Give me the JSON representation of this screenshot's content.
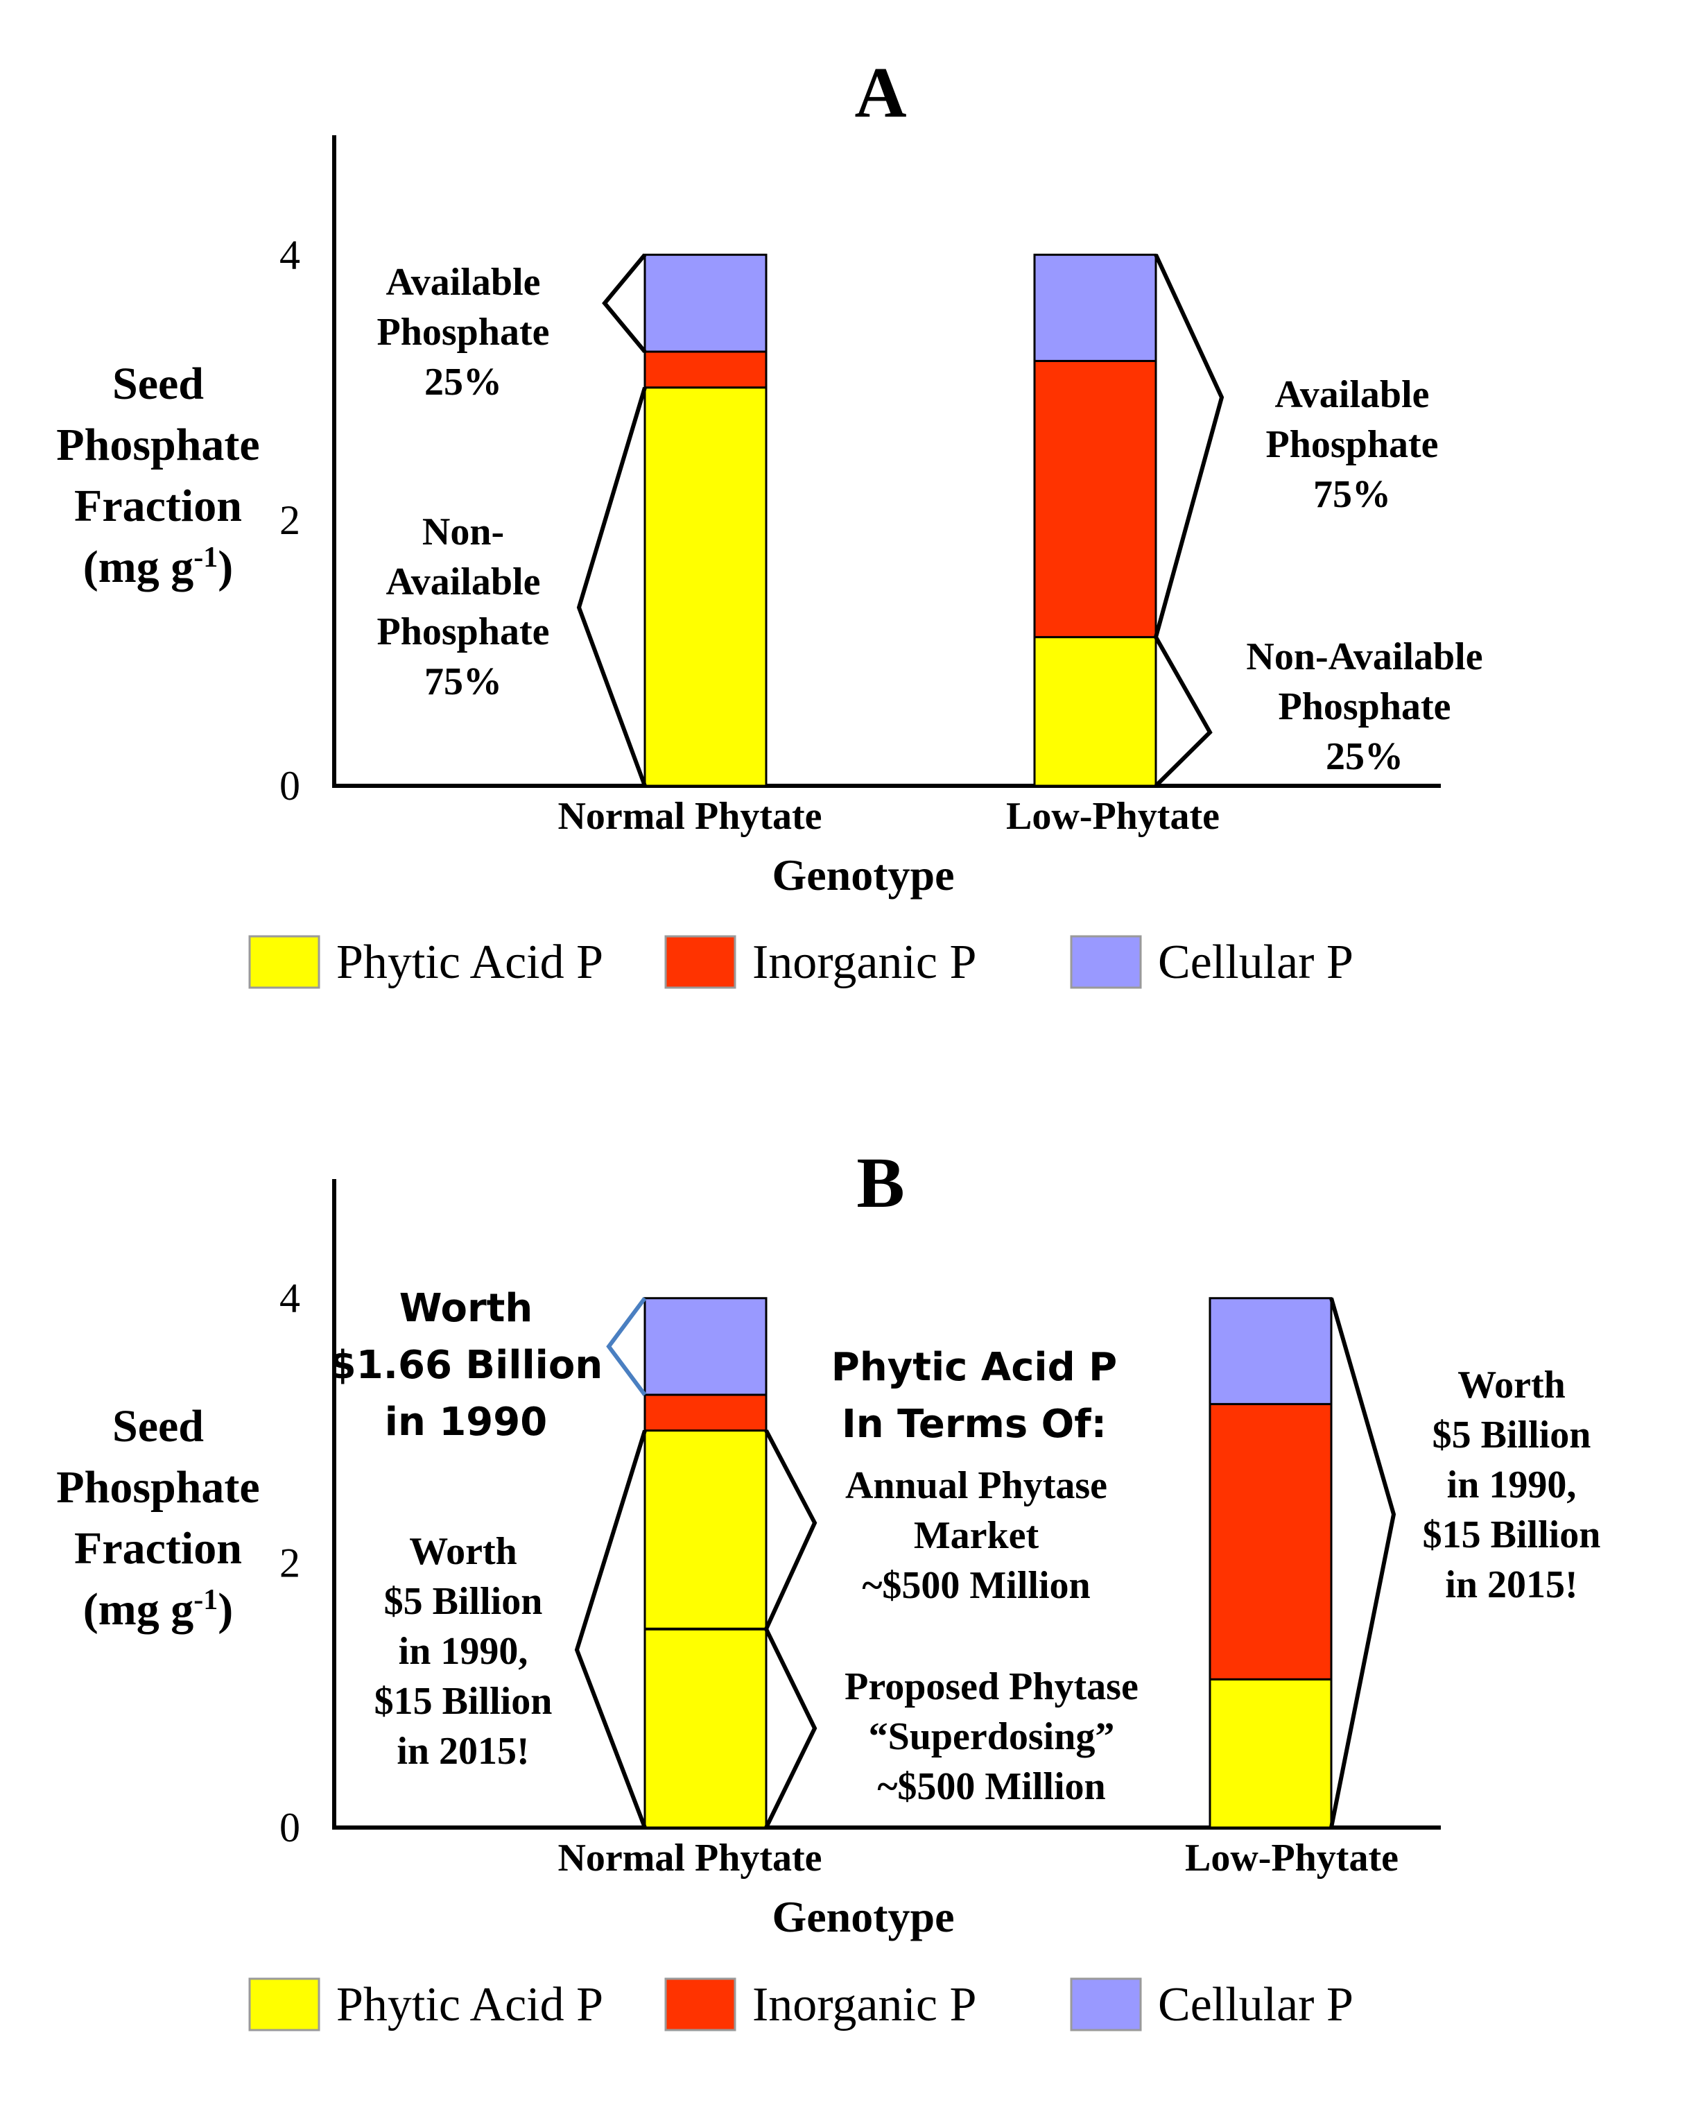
{
  "colors": {
    "phytic_acid_p": "#ffff00",
    "inorganic_p": "#ff3300",
    "cellular_p": "#9999ff",
    "blue_brace": "#4a7fc1"
  },
  "legend": [
    "Phytic Acid P",
    "Inorganic P",
    "Cellular P"
  ],
  "chart_data": [
    {
      "type": "bar",
      "stacked": true,
      "panel_label": "A",
      "ylabel_lines": [
        "Seed",
        "Phosphate",
        "Fraction",
        "(mg g-1)"
      ],
      "xlabel": "Genotype",
      "ylim": [
        0,
        4.9
      ],
      "yticks": [
        "0",
        "2",
        "4"
      ],
      "categories": [
        "Normal Phytate",
        "Low-Phytate"
      ],
      "series": [
        {
          "name": "Phytic Acid P",
          "values": [
            3.0,
            1.12
          ]
        },
        {
          "name": "Inorganic P",
          "values": [
            0.27,
            2.08
          ]
        },
        {
          "name": "Cellular P",
          "values": [
            0.73,
            0.8
          ]
        }
      ],
      "annotations": [
        {
          "lines": [
            "Available",
            "Phosphate",
            "25%"
          ]
        },
        {
          "lines": [
            "Non-",
            "Available",
            "Phosphate",
            "75%"
          ]
        },
        {
          "lines": [
            "Available",
            "Phosphate",
            "75%"
          ]
        },
        {
          "lines": [
            "Non-Available",
            "Phosphate",
            "25%"
          ]
        }
      ]
    },
    {
      "type": "bar",
      "stacked": true,
      "panel_label": "B",
      "ylabel_lines": [
        "Seed",
        "Phosphate",
        "Fraction",
        "(mg g-1)"
      ],
      "xlabel": "Genotype",
      "ylim": [
        0,
        4.9
      ],
      "yticks": [
        "0",
        "2",
        "4"
      ],
      "categories": [
        "Normal Phytate",
        "Low-Phytate"
      ],
      "series": [
        {
          "name": "Phytic Acid P",
          "values": [
            3.0,
            1.12
          ]
        },
        {
          "name": "Inorganic P",
          "values": [
            0.27,
            2.08
          ]
        },
        {
          "name": "Cellular P",
          "values": [
            0.73,
            0.8
          ]
        }
      ],
      "phytic_acid_split": 1.5,
      "annotations": [
        {
          "lines": [
            "Worth",
            "$1.66 Billion",
            "in 1990"
          ]
        },
        {
          "lines": [
            "Worth",
            "$5 Billion",
            "in 1990,",
            "$15 Billion",
            "in 2015!"
          ]
        },
        {
          "lines": [
            "Phytic Acid P",
            "In Terms Of:"
          ]
        },
        {
          "lines": [
            "Annual Phytase",
            "Market",
            "~$500 Million"
          ]
        },
        {
          "lines": [
            "Proposed Phytase",
            "“Superdosing”",
            "~$500 Million"
          ]
        },
        {
          "lines": [
            "Worth",
            "$5 Billion",
            "in 1990,",
            "$15 Billion",
            "in 2015!"
          ]
        }
      ]
    }
  ]
}
